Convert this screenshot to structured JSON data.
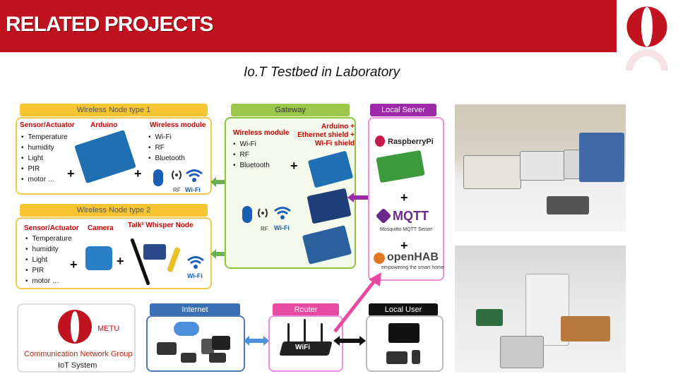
{
  "header": {
    "title": "RELATED PROJECTS"
  },
  "subtitle": "Io.T Testbed in Laboratory",
  "node1": {
    "title": "Wireless Node type 1",
    "sensor_label": "Sensor/Actuator",
    "arduino_label": "Arduino",
    "wireless_label": "Wireless module",
    "sensors": [
      "Temperature",
      "humidity",
      "Light",
      "PIR",
      "motor …"
    ],
    "wireless": [
      "Wi-Fi",
      "RF",
      "Bluetooth"
    ],
    "rf": "RF",
    "wifi": "Wi-Fi"
  },
  "node2": {
    "title": "Wireless Node type 2",
    "sensor_label": "Sensor/Actuator",
    "camera_label": "Camera",
    "talk_label": "Talk² Whisper Node",
    "sensors": [
      "Temperature",
      "humidity",
      "Light",
      "PIR",
      "motor …"
    ],
    "wifi": "Wi-Fi"
  },
  "gateway": {
    "title": "Gateway",
    "wireless_label": "Wireless module",
    "modules": [
      "Wi-Fi",
      "RF",
      "Bluetooth"
    ],
    "arduino_label": "Arduino + Ethernet shield + Wi-Fi shield",
    "rf": "RF",
    "wifi": "Wi-Fi"
  },
  "server": {
    "title": "Local Server",
    "raspberry": "RaspberryPi",
    "mqtt": "MQTT",
    "mqtt_sub": "Mosquitto MQTT Server",
    "openhab": "openHAB",
    "openhab_sub": "empowering the smart home"
  },
  "metu": {
    "name": "METU",
    "group": "Communication Network Group",
    "system": "IoT System"
  },
  "internet": {
    "title": "Internet"
  },
  "router": {
    "title": "Router",
    "wifi": "WiFi"
  },
  "localuser": {
    "title": "Local User"
  },
  "colors": {
    "brand_red": "#c1121f",
    "yellow": "#f6c531",
    "green": "#9bc74a",
    "purple": "#9c2aa8",
    "pink": "#e94aa1"
  }
}
